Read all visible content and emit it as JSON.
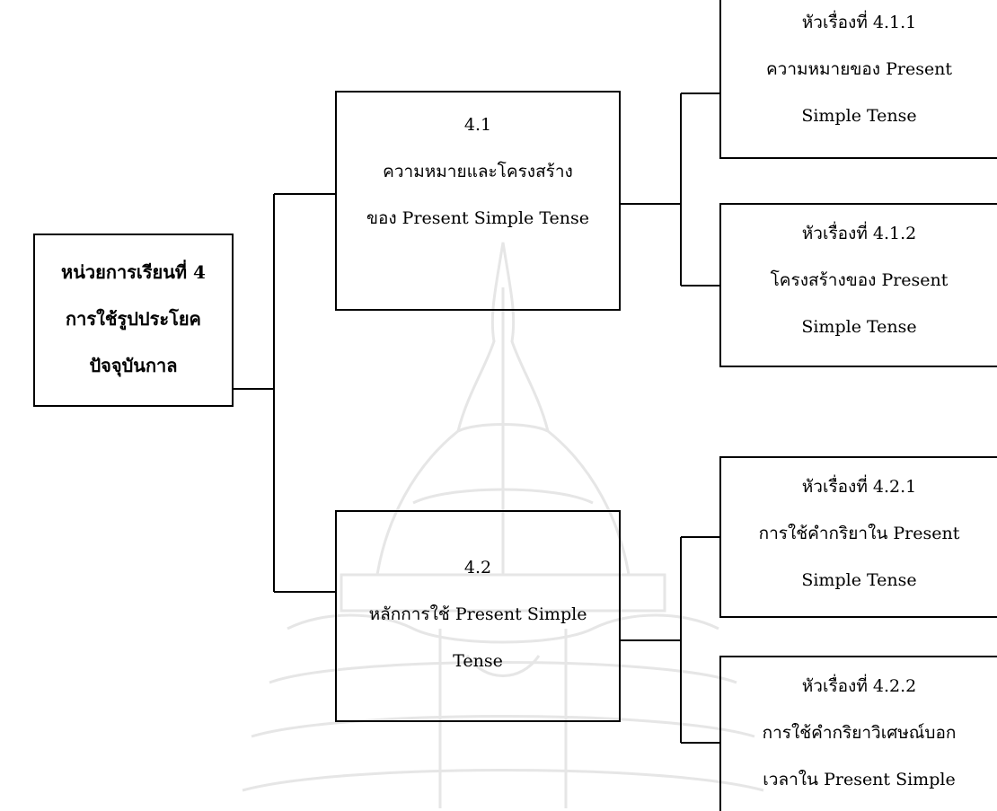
{
  "diagram": {
    "root": {
      "lines": [
        "หน่วยการเรียนที่ 4",
        "การใช้รูปประโยค",
        "ปัจจุบันกาล"
      ]
    },
    "branches": [
      {
        "lines": [
          "4.1",
          "ความหมายและโครงสร้าง",
          "ของ Present Simple Tense"
        ],
        "topics": [
          {
            "lines": [
              "หัวเรื่องที่ 4.1.1",
              "ความหมายของ Present",
              "Simple Tense"
            ]
          },
          {
            "lines": [
              "หัวเรื่องที่ 4.1.2",
              "โครงสร้างของ Present",
              "Simple Tense"
            ]
          }
        ]
      },
      {
        "lines": [
          "4.2",
          "หลักการใช้ Present Simple",
          "Tense"
        ],
        "topics": [
          {
            "lines": [
              "หัวเรื่องที่ 4.2.1",
              "การใช้คำกริยาใน Present",
              "Simple Tense"
            ]
          },
          {
            "lines": [
              "หัวเรื่องที่ 4.2.2",
              "การใช้คำกริยาวิเศษณ์บอก",
              "เวลาใน Present Simple"
            ]
          }
        ]
      }
    ],
    "colors": {
      "line": "#000000",
      "watermark": "#e6e6e6"
    }
  }
}
